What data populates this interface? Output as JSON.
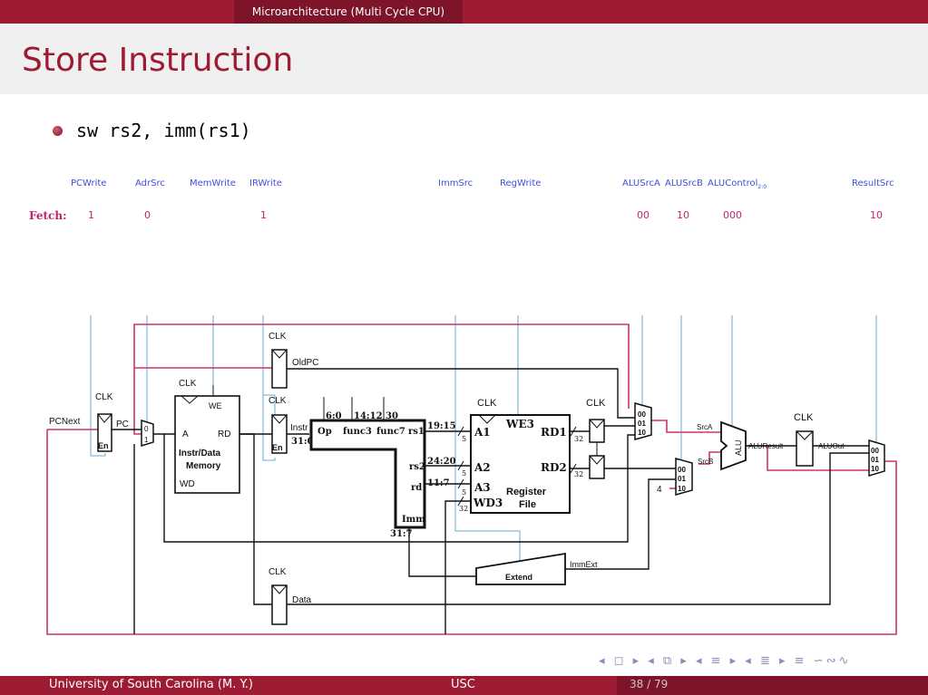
{
  "header": {
    "section": "Microarchitecture (Multi Cycle CPU)",
    "title": "Store Instruction"
  },
  "bullet": {
    "text": "sw rs2, imm(rs1)"
  },
  "signals": [
    "PCWrite",
    "AdrSrc",
    "MemWrite",
    "IRWrite",
    "ImmSrc",
    "RegWrite",
    "ALUSrcA",
    "ALUSrcB",
    "ALUControl",
    "ResultSrc"
  ],
  "signal_sub": "2:0",
  "fetch": {
    "label": "Fetch:",
    "values": [
      "1",
      "0",
      "1",
      "00",
      "10",
      "000",
      "10"
    ]
  },
  "diagram": {
    "clk": "CLK",
    "pcnext": "PCNext",
    "pc": "PC",
    "en": "En",
    "mux0": "0",
    "mux1": "1",
    "mem": {
      "we": "WE",
      "a": "A",
      "rd": "RD",
      "wd": "WD",
      "name1": "Instr/Data",
      "name2": "Memory"
    },
    "instr": "Instr",
    "oldpc": "OldPC",
    "data": "Data",
    "bits310": "31:0",
    "fields": {
      "op": "Op",
      "func3": "func3",
      "func7": "func7",
      "rs1": "rs1",
      "rs2": "rs2",
      "rd": "rd",
      "imm": "Imm"
    },
    "bitlabels": {
      "b60": "6:0",
      "b1412": "14:12",
      "b30": "30",
      "b1915": "19:15",
      "b2420": "24:20",
      "b117": "11:7",
      "b317": "31:7"
    },
    "rf": {
      "we3": "WE3",
      "a1": "A1",
      "a2": "A2",
      "a3": "A3",
      "wd3": "WD3",
      "rd1": "RD1",
      "rd2": "RD2",
      "name1": "Register",
      "name2": "File"
    },
    "w5": "5",
    "w32": "32",
    "mux00": "00",
    "mux01": "01",
    "mux10": "10",
    "srca": "SrcA",
    "srcb": "SrcB",
    "four": "4",
    "alu": "ALU",
    "aluresult": "ALUResult",
    "aluout": "ALUOut",
    "extend": "Extend",
    "immext": "ImmExt"
  },
  "nav": "◂ ◻ ▸ ◂ ⧉ ▸ ◂ ≡ ▸ ◂ ≣ ▸ ≡ ∽∾∿",
  "footer": {
    "left": "University of South Carolina  (M. Y.)",
    "center": "USC",
    "page": "38 / 79"
  },
  "colors": {
    "brand": "#9d1c33",
    "signal": "#3d4fd6",
    "fetch": "#c81e6e",
    "control_wire": "#6aa9cf",
    "feedback_wire": "#d0346a"
  }
}
